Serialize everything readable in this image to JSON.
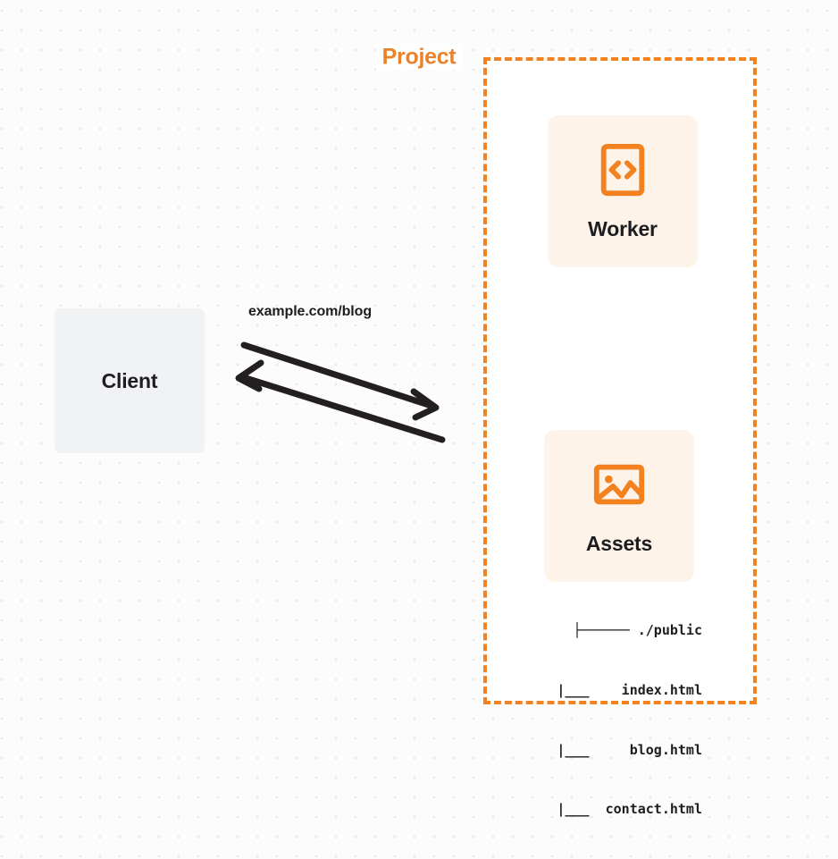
{
  "diagram": {
    "title": "Project request flow diagram",
    "background": {
      "style": "dot-grid",
      "dot_color": "#e7e8eb",
      "page_color": "#fcfcfd"
    }
  },
  "client": {
    "label": "Client",
    "box_color": "#f1f2f4",
    "text_color": "#1d1d1f"
  },
  "connection": {
    "label": "example.com/blog",
    "stroke_color": "#231f20",
    "request_direction": "client-to-project",
    "response_direction": "project-to-client"
  },
  "project": {
    "title": "Project",
    "border_color": "#f48120",
    "border_style": "dashed",
    "fill_color": "#ffffff",
    "cards": [
      {
        "label": "Worker",
        "icon": "code-brackets-icon",
        "icon_color": "#f48120",
        "card_color": "#fdf3e9"
      },
      {
        "label": "Assets",
        "icon": "image-picture-icon",
        "icon_color": "#f48120",
        "card_color": "#fdf3e9"
      }
    ],
    "file_tree": [
      "├────── ./public",
      "   |___    index.html",
      "   |___     blog.html",
      "   |___  contact.html"
    ]
  }
}
